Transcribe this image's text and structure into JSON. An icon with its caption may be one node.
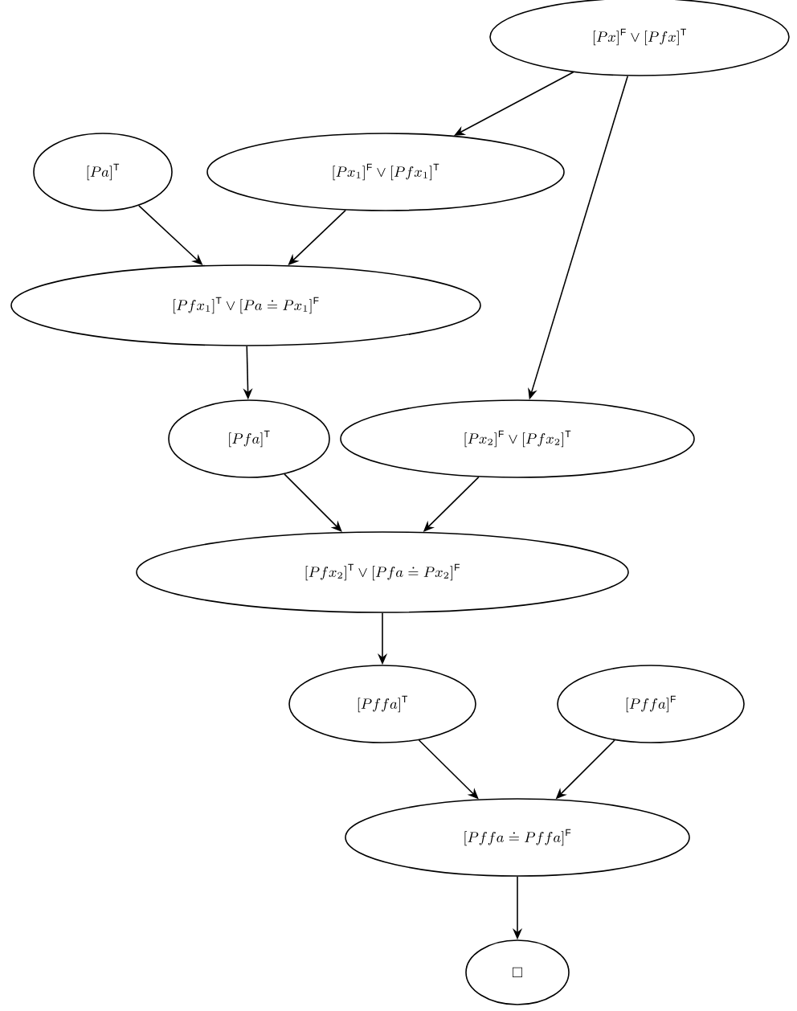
{
  "diagram": {
    "nodes": [
      {
        "text": [
          "[Px]^{\\mathrm{F}} \\lor [Pfx]^{\\mathrm{T}}"
        ]
      },
      {
        "text": [
          "[Pa]^{\\mathrm{T}}"
        ]
      },
      {
        "text": [
          "[Px_1]^{\\mathrm{F}} \\lor [Pfx_1]^{\\mathrm{T}}"
        ]
      },
      {
        "text": [
          "[Pfx_1]^{\\mathrm{T}} \\lor [Pa \\doteq Px_1]^{\\mathrm{F}}"
        ]
      },
      {
        "text": [
          "[Pfa]^{\\mathrm{T}}"
        ]
      },
      {
        "text": [
          "[Px_2]^{\\mathrm{F}} \\lor [Pfx_2]^{\\mathrm{T}}"
        ]
      },
      {
        "text": [
          "[Pfx_2]^{\\mathrm{T}} \\lor [Pfa \\doteq Px_2]^{\\mathrm{F}}"
        ]
      },
      {
        "text": [
          "[Pffa]^{\\mathrm{T}}"
        ]
      },
      {
        "text": [
          "[Pffa]^{\\mathrm{F}}"
        ]
      },
      {
        "text": [
          "[Pffa \\doteq Pffa]^{\\mathrm{F}}"
        ]
      },
      {
        "text": [
          "\\Box"
        ]
      }
    ],
    "edges": [
      {
        "from": 0,
        "to": 2,
        "arrow": "to"
      },
      {
        "from": 0,
        "to": 5,
        "arrow": "to"
      },
      {
        "from": 1,
        "to": 3,
        "arrow": "to"
      },
      {
        "from": 2,
        "to": 3,
        "arrow": "to"
      },
      {
        "from": 3,
        "to": 4,
        "arrow": "to"
      },
      {
        "from": 4,
        "to": 6,
        "arrow": "to"
      },
      {
        "from": 5,
        "to": 6,
        "arrow": "to"
      },
      {
        "from": 6,
        "to": 7,
        "arrow": "to"
      },
      {
        "from": 7,
        "to": 9,
        "arrow": "to"
      },
      {
        "from": 8,
        "to": 9,
        "arrow": "to"
      },
      {
        "from": 9,
        "to": 10,
        "arrow": "to"
      }
    ]
  }
}
